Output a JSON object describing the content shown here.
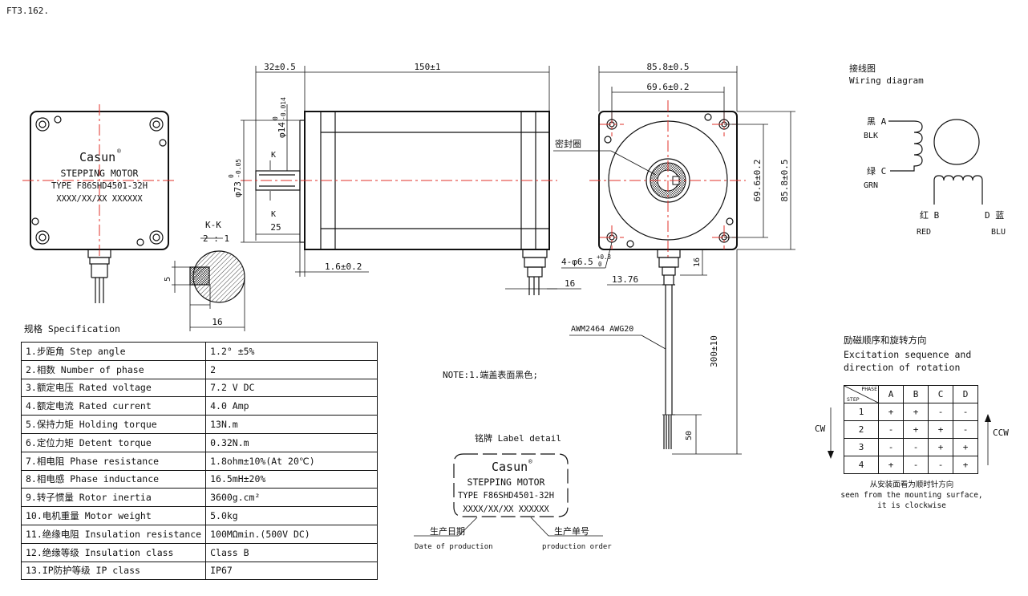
{
  "doc_id": "FT3.162.",
  "front_label": {
    "brand": "Casun",
    "reg": "®",
    "line1": "STEPPING MOTOR",
    "line2": "TYPE F86SHD4501-32H",
    "line3": "XXXX/XX/XX  XXXXXX"
  },
  "section": {
    "title": "K-K",
    "scale": "2 : 1",
    "dim_5": "5",
    "dim_16": "16"
  },
  "side_dims": {
    "d_32": "32±0.5",
    "d_150": "150±1",
    "d_phi14": "φ14",
    "d_phi14_tol_up": "0",
    "d_phi14_tol_dn": "-0.014",
    "d_phi73": "φ73",
    "d_phi73_tol_up": "0",
    "d_phi73_tol_dn": "-0.05",
    "k_top": "K",
    "k_bottom": "K",
    "d_25": "25",
    "d_1_6": "1.6±0.2",
    "d_16": "16"
  },
  "end_view": {
    "d_85_8_top": "85.8±0.5",
    "d_69_6_top": "69.6±0.2",
    "d_69_6_right": "69.6±0.2",
    "d_85_8_right": "85.8±0.5",
    "seal_label": "密封圈",
    "holes": "4-φ6.5",
    "holes_tol_up": "+0.3",
    "holes_tol_dn": "0",
    "d_13_76": "13.76",
    "d_16": "16",
    "cable": "AWM2464  AWG20",
    "d_300": "300±10",
    "d_50": "50"
  },
  "note": "NOTE:1.端盖表面黑色;",
  "wiring": {
    "title_cn": "接线图",
    "title_en": "Wiring diagram",
    "a_cn": "黑 A",
    "a_en": "BLK",
    "c_cn": "绿 C",
    "c_en": "GRN",
    "b_cn": "红 B",
    "b_en": "RED",
    "d_cn": "D 蓝",
    "d_en": "BLU"
  },
  "excitation": {
    "title_cn": "励磁顺序和旋转方向",
    "title_en1": "Excitation sequence and",
    "title_en2": "direction of rotation",
    "hdr_phase": "PHASE",
    "hdr_step": "STEP",
    "cols": [
      "A",
      "B",
      "C",
      "D"
    ],
    "rows": [
      {
        "step": "1",
        "cells": [
          "+",
          "+",
          "-",
          "-"
        ]
      },
      {
        "step": "2",
        "cells": [
          "-",
          "+",
          "+",
          "-"
        ]
      },
      {
        "step": "3",
        "cells": [
          "-",
          "-",
          "+",
          "+"
        ]
      },
      {
        "step": "4",
        "cells": [
          "+",
          "-",
          "-",
          "+"
        ]
      }
    ],
    "cw": "CW",
    "ccw": "CCW",
    "foot_cn": "从安装面看为顺时针方向",
    "foot_en1": "seen from the mounting surface,",
    "foot_en2": "it is clockwise"
  },
  "spec": {
    "title": "规格 Specification",
    "rows": [
      {
        "k": "1.步距角 Step angle",
        "v": "1.2°  ±5%"
      },
      {
        "k": "2.相数 Number of phase",
        "v": "2"
      },
      {
        "k": "3.额定电压 Rated voltage",
        "v": "7.2 V DC"
      },
      {
        "k": "4.额定电流 Rated current",
        "v": "4.0 Amp"
      },
      {
        "k": "5.保持力矩 Holding torque",
        "v": "13N.m"
      },
      {
        "k": "6.定位力矩 Detent torque",
        "v": "0.32N.m"
      },
      {
        "k": "7.相电阻 Phase resistance",
        "v": "1.8ohm±10%(At 20℃)"
      },
      {
        "k": "8.相电感 Phase inductance",
        "v": "16.5mH±20%"
      },
      {
        "k": "9.转子惯量 Rotor inertia",
        "v": "3600g.cm²"
      },
      {
        "k": "10.电机重量 Motor weight",
        "v": "5.0kg"
      },
      {
        "k": "11.绝缘电阻 Insulation resistance",
        "v": "100MΩmin.(500V DC)"
      },
      {
        "k": "12.绝缘等级 Insulation class",
        "v": "Class B"
      },
      {
        "k": "13.IP防护等级 IP class",
        "v": "IP67"
      }
    ]
  },
  "label_detail": {
    "title": "铭牌 Label detail",
    "brand": "Casun",
    "reg": "®",
    "line1": "STEPPING MOTOR",
    "line2": "TYPE F86SHD4501-32H",
    "line3": "XXXX/XX/XX  XXXXXX",
    "date_cn": "生产日期",
    "date_en": "Date of production",
    "order_cn": "生产单号",
    "order_en": "production order"
  }
}
